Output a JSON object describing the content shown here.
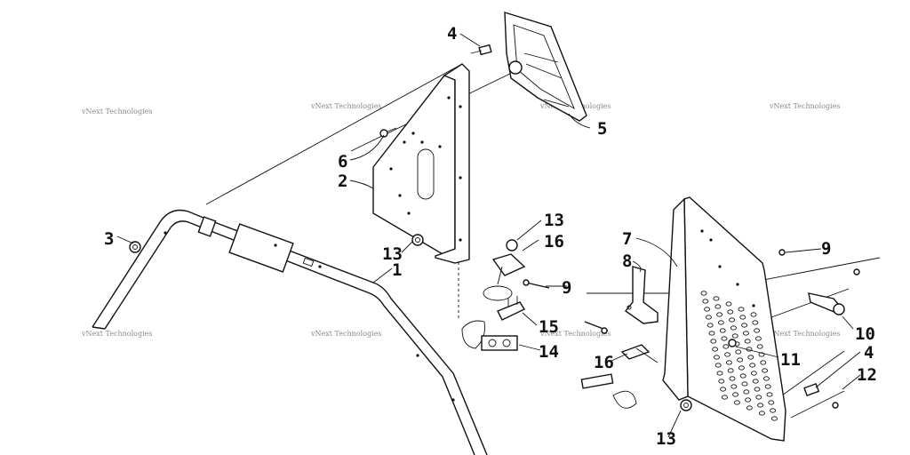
{
  "watermark": "vNext Technologies",
  "parts": [
    {
      "id": "label-1",
      "text": "1"
    },
    {
      "id": "label-2",
      "text": "2"
    },
    {
      "id": "label-3",
      "text": "3"
    },
    {
      "id": "label-4a",
      "text": "4"
    },
    {
      "id": "label-4b",
      "text": "4"
    },
    {
      "id": "label-5",
      "text": "5"
    },
    {
      "id": "label-6",
      "text": "6"
    },
    {
      "id": "label-7",
      "text": "7"
    },
    {
      "id": "label-8",
      "text": "8"
    },
    {
      "id": "label-9a",
      "text": "9"
    },
    {
      "id": "label-9b",
      "text": "9"
    },
    {
      "id": "label-10",
      "text": "10"
    },
    {
      "id": "label-11",
      "text": "11"
    },
    {
      "id": "label-12",
      "text": "12"
    },
    {
      "id": "label-13a",
      "text": "13"
    },
    {
      "id": "label-13b",
      "text": "13"
    },
    {
      "id": "label-13c",
      "text": "13"
    },
    {
      "id": "label-14",
      "text": "14"
    },
    {
      "id": "label-15",
      "text": "15"
    },
    {
      "id": "label-16a",
      "text": "16"
    },
    {
      "id": "label-16b",
      "text": "16"
    }
  ]
}
